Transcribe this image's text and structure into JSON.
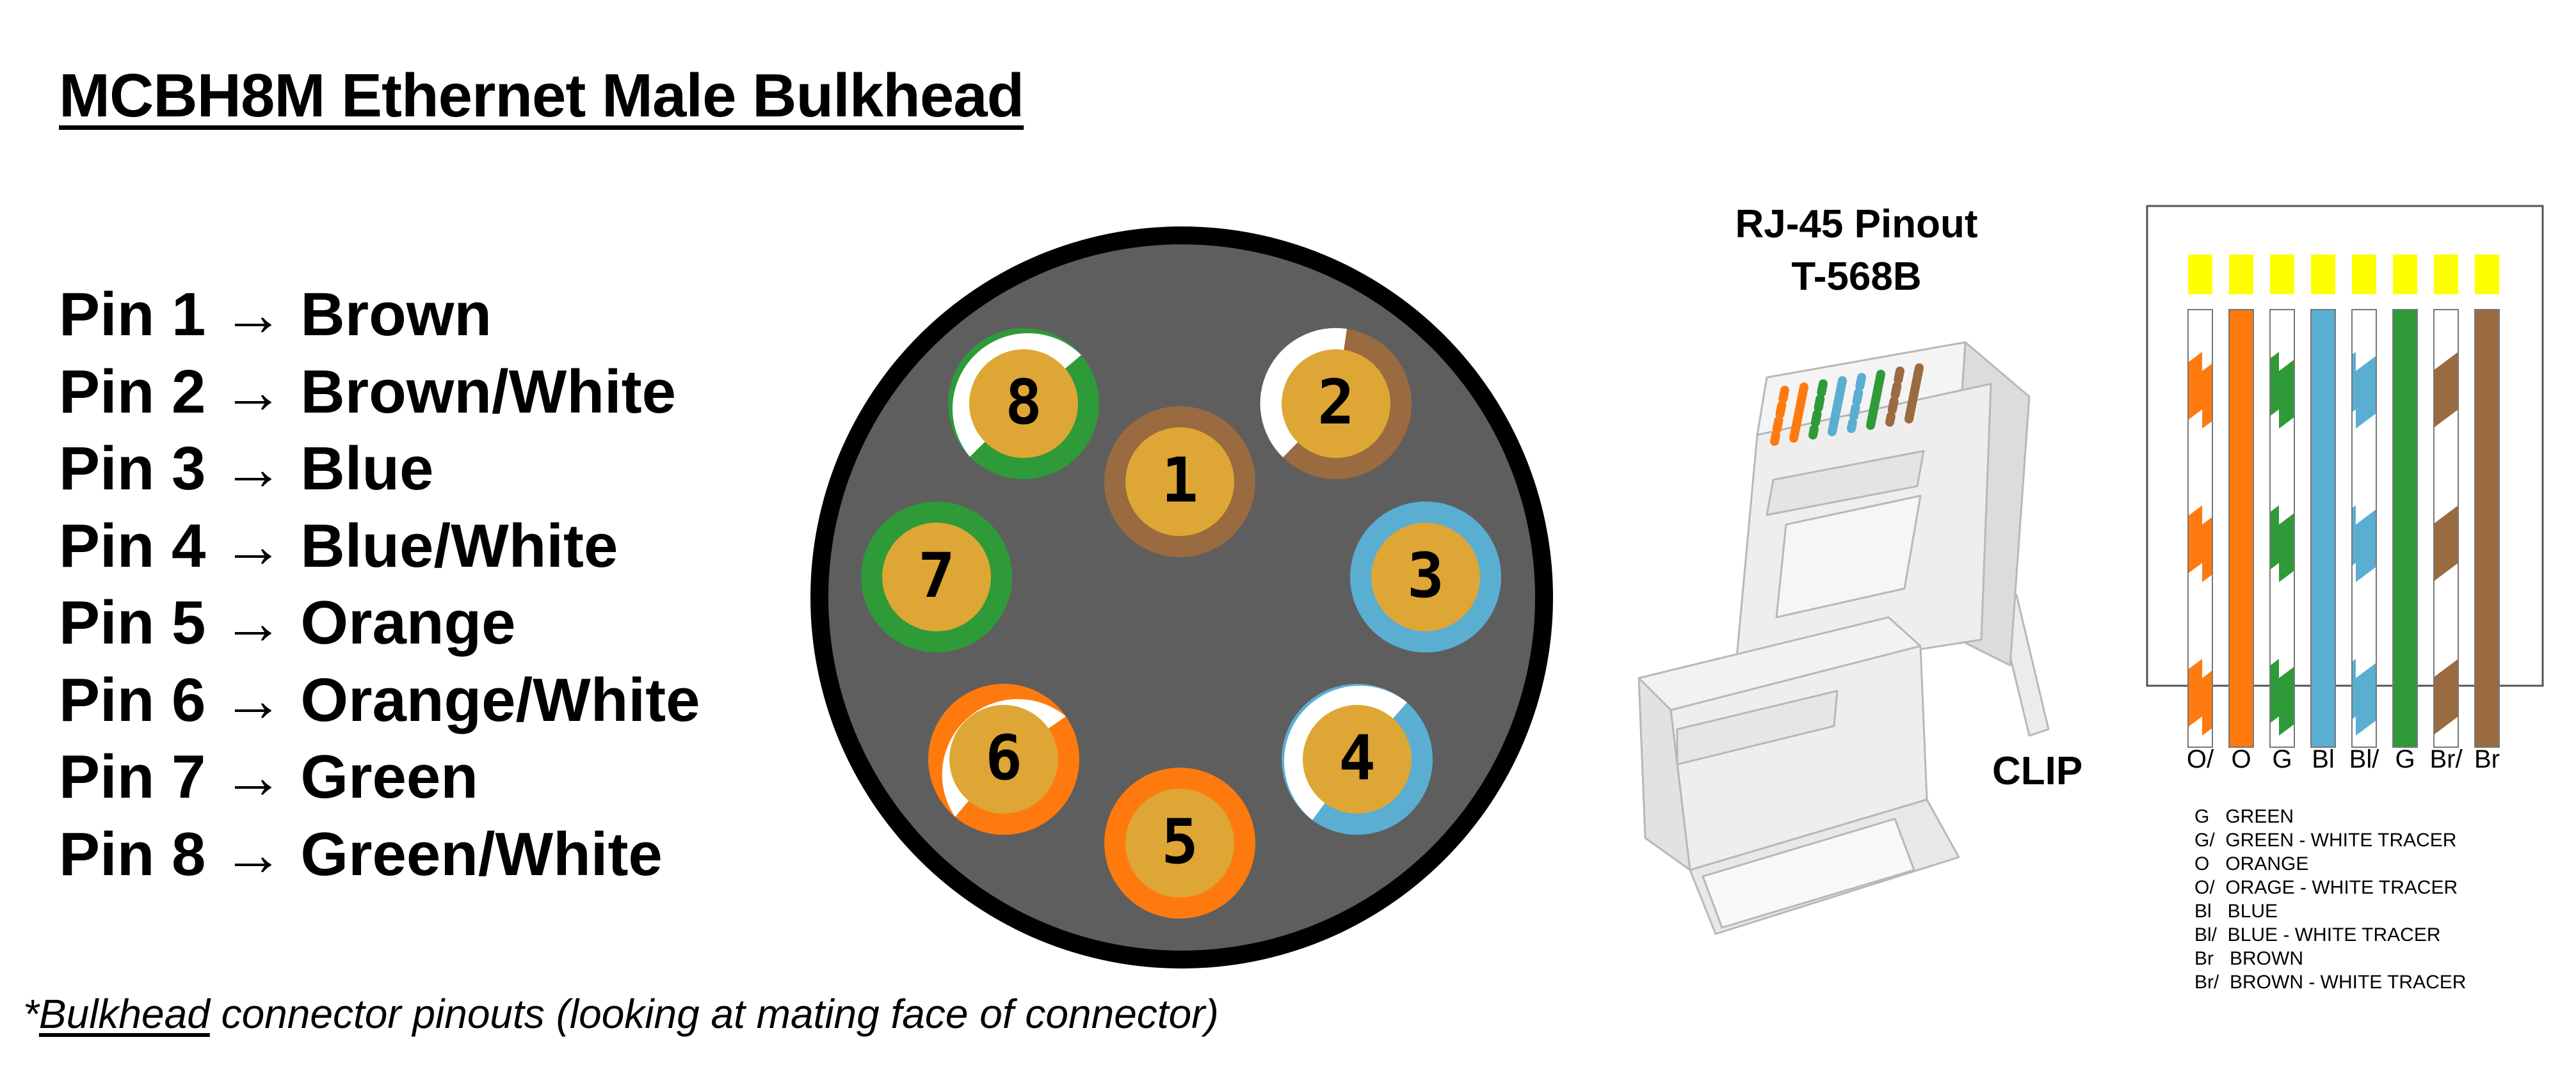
{
  "title": "MCBH8M Ethernet Male Bulkhead",
  "pinout": [
    {
      "pin": "Pin 1",
      "arrow": "→",
      "color": "Brown"
    },
    {
      "pin": "Pin 2",
      "arrow": "→",
      "color": "Brown/White"
    },
    {
      "pin": "Pin 3",
      "arrow": "→",
      "color": "Blue"
    },
    {
      "pin": "Pin 4",
      "arrow": "→",
      "color": "Blue/White"
    },
    {
      "pin": "Pin 5",
      "arrow": "→",
      "color": "Orange"
    },
    {
      "pin": "Pin 6",
      "arrow": "→",
      "color": "Orange/White"
    },
    {
      "pin": "Pin 7",
      "arrow": "→",
      "color": "Green"
    },
    {
      "pin": "Pin 8",
      "arrow": "→",
      "color": "Green/White"
    }
  ],
  "connector_pins": [
    "1",
    "2",
    "3",
    "4",
    "5",
    "6",
    "7",
    "8"
  ],
  "footnote": {
    "prefix": "*",
    "underlined": "Bulkhead",
    "rest": " connector pinouts (looking at mating face of connector)"
  },
  "rj45": {
    "title_line1": "RJ-45 Pinout",
    "title_line2": "T-568B",
    "clip_label": "CLIP"
  },
  "wire_codes": [
    "O/",
    "O",
    "G",
    "Bl",
    "Bl/",
    "G",
    "Br/",
    "Br"
  ],
  "legend": [
    "G   GREEN",
    "G/  GREEN - WHITE TRACER",
    "O   ORANGE",
    "O/  ORAGE - WHITE TRACER",
    "Bl   BLUE",
    "Bl/  BLUE - WHITE TRACER",
    "Br   BROWN",
    "Br/  BROWN - WHITE TRACER"
  ],
  "colors": {
    "brown": "#9a6a40",
    "blue": "#5aaed2",
    "orange": "#ff7a0e",
    "green": "#2e9a38",
    "pin_gold": "#dea634",
    "face_gray": "#5e5e5e",
    "contact_yellow": "#ffff00"
  }
}
